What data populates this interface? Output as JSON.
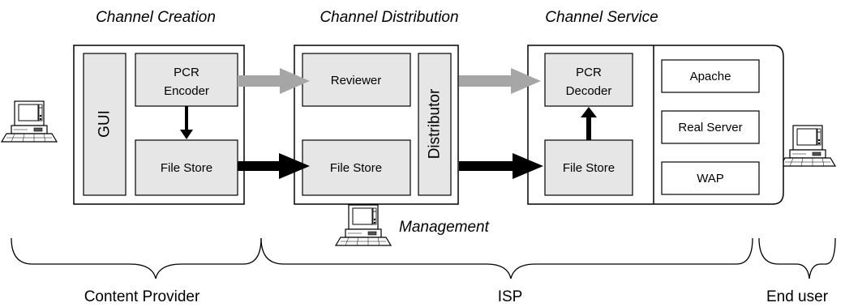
{
  "sections": {
    "creation": "Channel Creation",
    "distribution": "Channel Distribution",
    "service": "Channel Service"
  },
  "creation": {
    "gui": "GUI",
    "pcr_encoder_line1": "PCR",
    "pcr_encoder_line2": "Encoder",
    "file_store": "File Store"
  },
  "distribution": {
    "reviewer": "Reviewer",
    "file_store": "File Store",
    "distributor": "Distributor"
  },
  "service": {
    "pcr_decoder_line1": "PCR",
    "pcr_decoder_line2": "Decoder",
    "file_store": "File Store",
    "servers": [
      "Apache",
      "Real Server",
      "WAP"
    ]
  },
  "management": "Management",
  "roles": {
    "content_provider": "Content Provider",
    "isp": "ISP",
    "end_user": "End user"
  },
  "colors": {
    "box_fill": "#e6e6e6",
    "gray_arrow": "#a6a6a6",
    "black_arrow": "#000000"
  }
}
